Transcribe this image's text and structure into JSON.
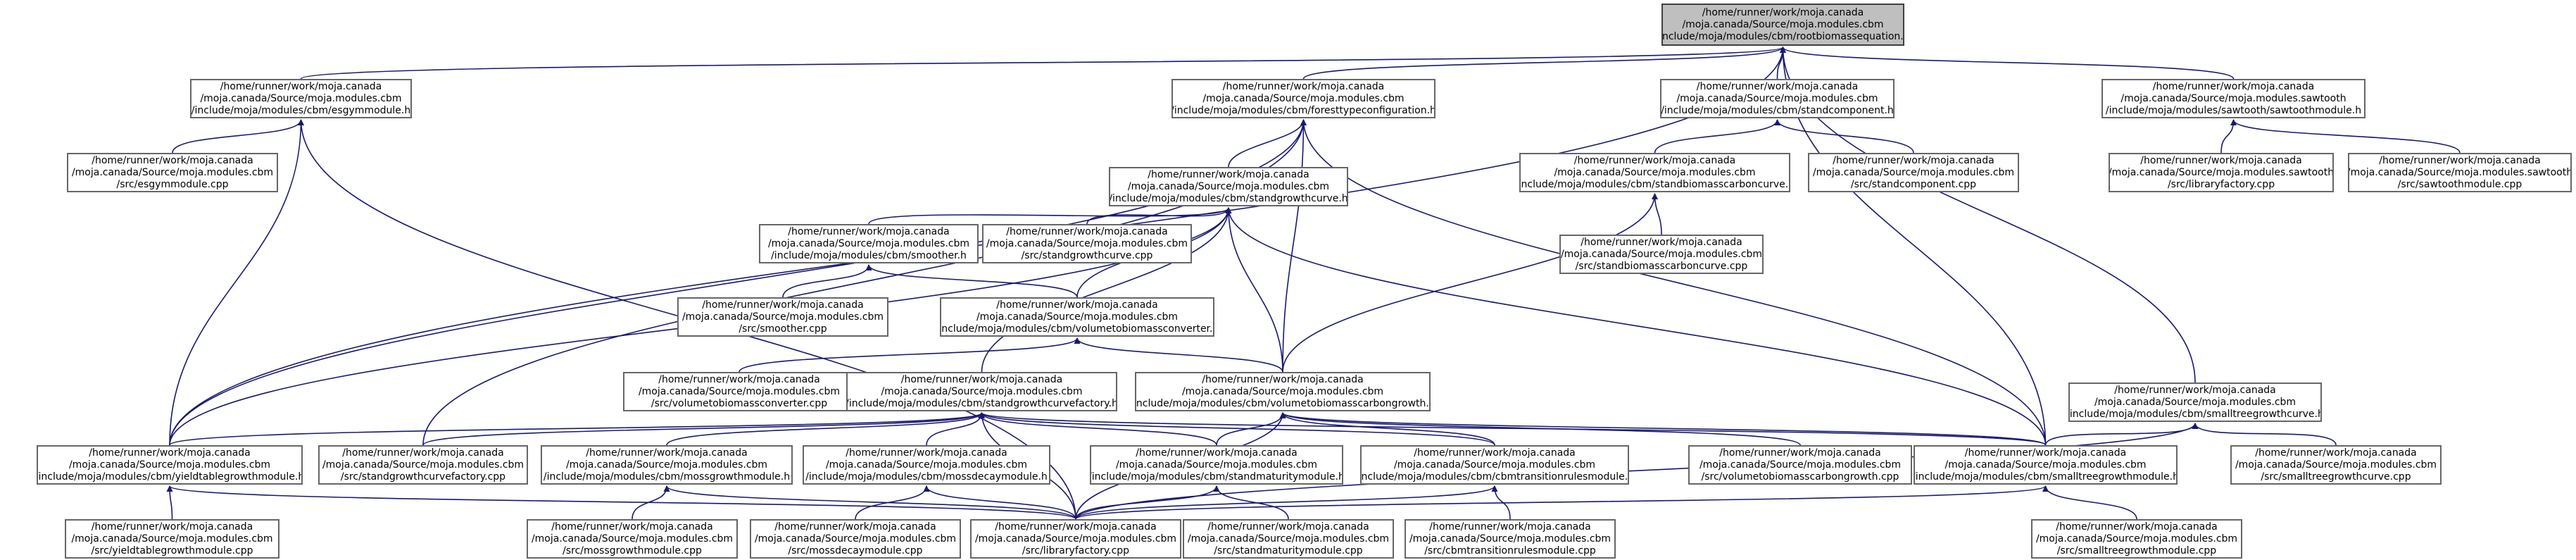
{
  "graph": {
    "edge_color": "#191970",
    "node_border": "#666666",
    "root_fill": "#bfbfbf",
    "nodes": {
      "root": [
        "/home/runner/work/moja.canada",
        "/moja.canada/Source/moja.modules.cbm",
        "/include/moja/modules/cbm/rootbiomassequation.h"
      ],
      "esgym": [
        "/home/runner/work/moja.canada",
        "/moja.canada/Source/moja.modules.cbm",
        "/include/moja/modules/cbm/esgymmodule.h"
      ],
      "esgymcpp": [
        "/home/runner/work/moja.canada",
        "/moja.canada/Source/moja.modules.cbm",
        "/src/esgymmodule.cpp"
      ],
      "foresttype": [
        "/home/runner/work/moja.canada",
        "/moja.canada/Source/moja.modules.cbm",
        "/include/moja/modules/cbm/foresttypeconfiguration.h"
      ],
      "standcomp": [
        "/home/runner/work/moja.canada",
        "/moja.canada/Source/moja.modules.cbm",
        "/include/moja/modules/cbm/standcomponent.h"
      ],
      "sawtooth": [
        "/home/runner/work/moja.canada",
        "/moja.canada/Source/moja.modules.sawtooth",
        "/include/moja/modules/sawtooth/sawtoothmodule.h"
      ],
      "libfactsaw": [
        "/home/runner/work/moja.canada",
        "/moja.canada/Source/moja.modules.sawtooth",
        "/src/libraryfactory.cpp"
      ],
      "sawcpp": [
        "/home/runner/work/moja.canada",
        "/moja.canada/Source/moja.modules.sawtooth",
        "/src/sawtoothmodule.cpp"
      ],
      "standgc": [
        "/home/runner/work/moja.canada",
        "/moja.canada/Source/moja.modules.cbm",
        "/include/moja/modules/cbm/standgrowthcurve.h"
      ],
      "standbio": [
        "/home/runner/work/moja.canada",
        "/moja.canada/Source/moja.modules.cbm",
        "/include/moja/modules/cbm/standbiomasscarboncurve.h"
      ],
      "standcompcpp": [
        "/home/runner/work/moja.canada",
        "/moja.canada/Source/moja.modules.cbm",
        "/src/standcomponent.cpp"
      ],
      "smoother": [
        "/home/runner/work/moja.canada",
        "/moja.canada/Source/moja.modules.cbm",
        "/include/moja/modules/cbm/smoother.h"
      ],
      "standgccpp": [
        "/home/runner/work/moja.canada",
        "/moja.canada/Source/moja.modules.cbm",
        "/src/standgrowthcurve.cpp"
      ],
      "standbiocpp": [
        "/home/runner/work/moja.canada",
        "/moja.canada/Source/moja.modules.cbm",
        "/src/standbiomasscarboncurve.cpp"
      ],
      "smoothercpp": [
        "/home/runner/work/moja.canada",
        "/moja.canada/Source/moja.modules.cbm",
        "/src/smoother.cpp"
      ],
      "volconv": [
        "/home/runner/work/moja.canada",
        "/moja.canada/Source/moja.modules.cbm",
        "/include/moja/modules/cbm/volumetobiomassconverter.h"
      ],
      "volconvcpp": [
        "/home/runner/work/moja.canada",
        "/moja.canada/Source/moja.modules.cbm",
        "/src/volumetobiomassconverter.cpp"
      ],
      "standgcfact": [
        "/home/runner/work/moja.canada",
        "/moja.canada/Source/moja.modules.cbm",
        "/include/moja/modules/cbm/standgrowthcurvefactory.h"
      ],
      "volcarbon": [
        "/home/runner/work/moja.canada",
        "/moja.canada/Source/moja.modules.cbm",
        "/include/moja/modules/cbm/volumetobiomasscarbongrowth.h"
      ],
      "smalltgc": [
        "/home/runner/work/moja.canada",
        "/moja.canada/Source/moja.modules.cbm",
        "/include/moja/modules/cbm/smalltreegrowthcurve.h"
      ],
      "yieldtable": [
        "/home/runner/work/moja.canada",
        "/moja.canada/Source/moja.modules.cbm",
        "/include/moja/modules/cbm/yieldtablegrowthmodule.h"
      ],
      "standgcfactcpp": [
        "/home/runner/work/moja.canada",
        "/moja.canada/Source/moja.modules.cbm",
        "/src/standgrowthcurvefactory.cpp"
      ],
      "moss": [
        "/home/runner/work/moja.canada",
        "/moja.canada/Source/moja.modules.cbm",
        "/include/moja/modules/cbm/mossgrowthmodule.h"
      ],
      "mossdecay": [
        "/home/runner/work/moja.canada",
        "/moja.canada/Source/moja.modules.cbm",
        "/include/moja/modules/cbm/mossdecaymodule.h"
      ],
      "standmat": [
        "/home/runner/work/moja.canada",
        "/moja.canada/Source/moja.modules.cbm",
        "/include/moja/modules/cbm/standmaturitymodule.h"
      ],
      "cbmtrans": [
        "/home/runner/work/moja.canada",
        "/moja.canada/Source/moja.modules.cbm",
        "/include/moja/modules/cbm/cbmtransitionrulesmodule.h"
      ],
      "volcarboncpp": [
        "/home/runner/work/moja.canada",
        "/moja.canada/Source/moja.modules.cbm",
        "/src/volumetobiomasscarbongrowth.cpp"
      ],
      "smalltgm": [
        "/home/runner/work/moja.canada",
        "/moja.canada/Source/moja.modules.cbm",
        "/include/moja/modules/cbm/smalltreegrowthmodule.h"
      ],
      "smalltgccpp": [
        "/home/runner/work/moja.canada",
        "/moja.canada/Source/moja.modules.cbm",
        "/src/smalltreegrowthcurve.cpp"
      ],
      "yieldtablecpp": [
        "/home/runner/work/moja.canada",
        "/moja.canada/Source/moja.modules.cbm",
        "/src/yieldtablegrowthmodule.cpp"
      ],
      "mosscpp": [
        "/home/runner/work/moja.canada",
        "/moja.canada/Source/moja.modules.cbm",
        "/src/mossgrowthmodule.cpp"
      ],
      "mossdecaycpp": [
        "/home/runner/work/moja.canada",
        "/moja.canada/Source/moja.modules.cbm",
        "/src/mossdecaymodule.cpp"
      ],
      "libfact": [
        "/home/runner/work/moja.canada",
        "/moja.canada/Source/moja.modules.cbm",
        "/src/libraryfactory.cpp"
      ],
      "standmatcpp": [
        "/home/runner/work/moja.canada",
        "/moja.canada/Source/moja.modules.cbm",
        "/src/standmaturitymodule.cpp"
      ],
      "cbmtranscpp": [
        "/home/runner/work/moja.canada",
        "/moja.canada/Source/moja.modules.cbm",
        "/src/cbmtransitionrulesmodule.cpp"
      ],
      "smalltgmcpp": [
        "/home/runner/work/moja.canada",
        "/moja.canada/Source/moja.modules.cbm",
        "/src/smalltreegrowthmodule.cpp"
      ]
    }
  }
}
